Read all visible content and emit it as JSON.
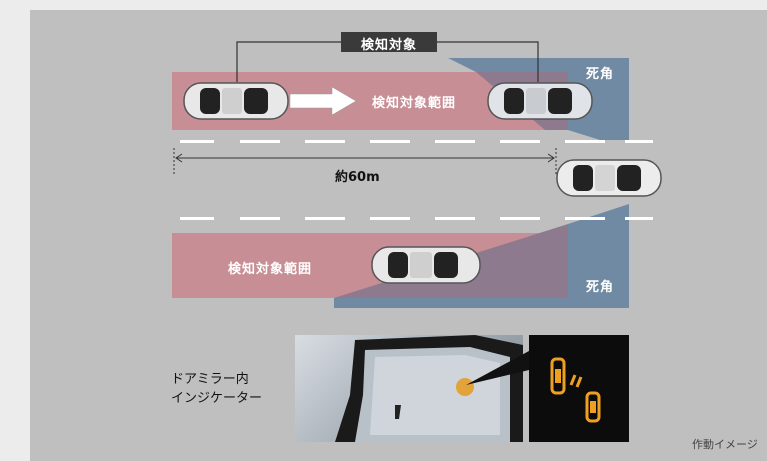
{
  "labels": {
    "detection_target": "検知対象",
    "detection_range_top": "検知対象範囲",
    "detection_range_bottom": "検知対象範囲",
    "blind_spot_top": "死角",
    "blind_spot_bottom": "死角",
    "distance": "約60m",
    "mirror_indicator_line1": "ドアミラー内",
    "mirror_indicator_line2": "インジケーター",
    "footnote": "作動イメージ"
  },
  "colors": {
    "detection_zone": "#c88e95",
    "blind_spot_zone": "#6f8aa2",
    "indicator_lamp": "#f0a020"
  },
  "icons": [
    "car-icon",
    "arrow-right-icon",
    "side-mirror-image",
    "blind-spot-indicator-icon"
  ]
}
